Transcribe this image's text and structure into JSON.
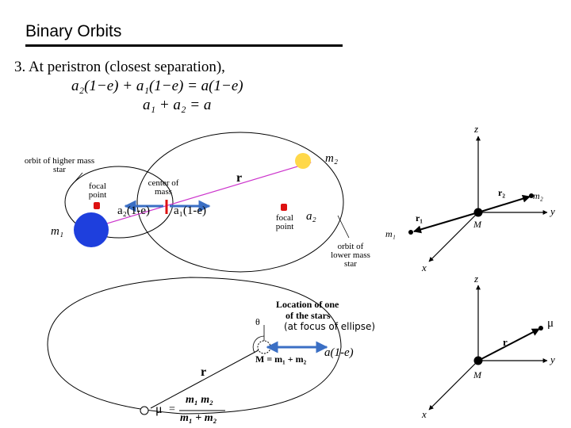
{
  "slide": {
    "title": "Binary Orbits",
    "point_line1": "3.  At peristron (closest separation),",
    "point_line2": "a₂(1−e) + a₁(1−e)  = a(1−e)",
    "point_line3": "a₁ + a₂ = a"
  },
  "orbit_diagram": {
    "orbit_higher_label": "orbit of higher mass star",
    "focal_point_left": "focal point",
    "center_of_mass": "center of mass",
    "m1": "m₁",
    "m2": "m₂",
    "r": "r",
    "a2_term": "a₂(1-e)",
    "a1_term": "a₁(1-e)",
    "focal_point_right": "focal point",
    "a2": "a₂",
    "orbit_lower_label": "orbit of lower mass star"
  },
  "axes_top": {
    "z": "z",
    "y": "y",
    "x": "x",
    "r1": "r₁",
    "r2": "r₂",
    "m1": "m₁",
    "m2": "m₂",
    "M": "M"
  },
  "reduced_diagram": {
    "location_line1": "Location of one",
    "location_line2": "of the stars",
    "location_line3": "(at focus of ellipse)",
    "theta": "θ",
    "M_eq": "M = m₁ + m₂",
    "a_term": "a(1-e)",
    "r": "r",
    "mu": "μ",
    "mu_eq": "=",
    "mu_num": "m₁ m₂",
    "mu_den": "m₁ + m₂"
  },
  "axes_bottom": {
    "z": "z",
    "y": "y",
    "x": "x",
    "mu": "μ",
    "r": "r",
    "M": "M"
  },
  "colors": {
    "arrow_blue": "#3b6fc4",
    "vector_magenta": "#cc33cc",
    "star_blue": "#1e3fdd",
    "focus_red": "#dd1111",
    "planet_yellow": "#ffd84a"
  }
}
